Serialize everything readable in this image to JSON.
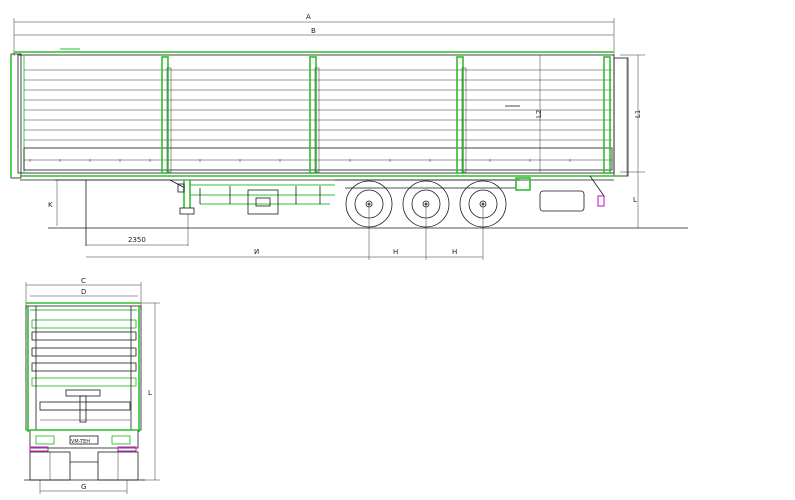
{
  "drawing": {
    "side_view": {
      "dim_overall_length": "A",
      "dim_body_length": "B",
      "dim_body_height": "L2",
      "dim_total_height": "L1",
      "dim_deck_height": "L",
      "dim_kingpin_height": "K",
      "dim_kingpin_to_leg": "2350",
      "dim_kingpin_to_axle": "И",
      "dim_axle_spacing_1": "H",
      "dim_axle_spacing_2": "H"
    },
    "rear_view": {
      "dim_overall_width": "C",
      "dim_inner_width": "D",
      "dim_height": "L",
      "dim_track_width": "G",
      "plate_text": "VM-TEH"
    },
    "colors": {
      "outline": "#1a1a1a",
      "frame_highlight": "#2dbf2d",
      "lamps": "#cc33cc"
    }
  }
}
